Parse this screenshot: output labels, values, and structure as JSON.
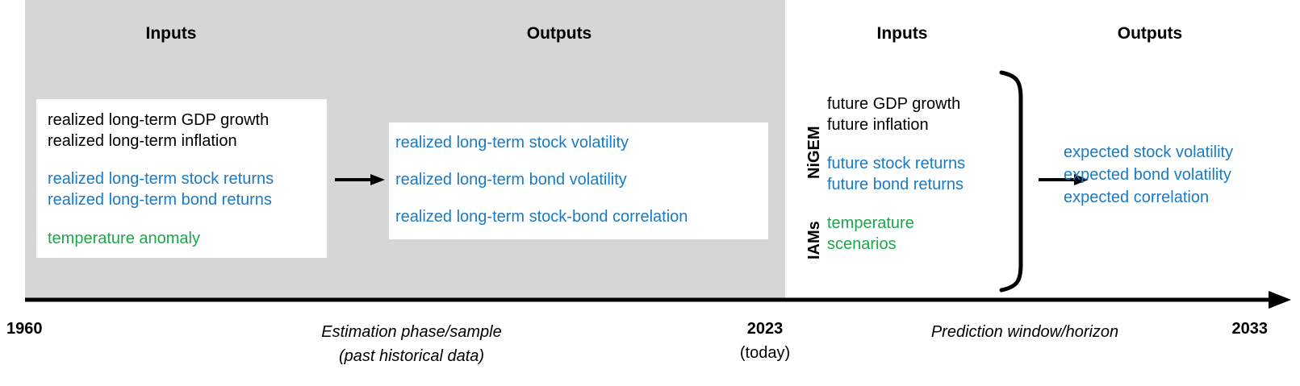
{
  "colors": {
    "panel_gray": "#d6d6d6",
    "text_black": "#000000",
    "financial_blue": "#1a7ac4",
    "climate_green": "#1aa84a",
    "box_white": "#ffffff"
  },
  "headings": {
    "estimation_inputs": "Inputs",
    "estimation_outputs": "Outputs",
    "prediction_inputs": "Inputs",
    "prediction_outputs": "Outputs"
  },
  "estimation": {
    "inputs": [
      {
        "text": "realized long-term GDP growth",
        "color": "black"
      },
      {
        "text": "realized long-term inflation",
        "color": "black"
      },
      {
        "text": "realized long-term stock returns",
        "color": "blue"
      },
      {
        "text": "realized long-term bond returns",
        "color": "blue"
      },
      {
        "text": "temperature anomaly",
        "color": "green"
      }
    ],
    "outputs": [
      {
        "text": "realized long-term stock volatility",
        "color": "blue"
      },
      {
        "text": "realized long-term bond volatility",
        "color": "blue"
      },
      {
        "text": "realized long-term stock-bond correlation",
        "color": "blue"
      }
    ]
  },
  "prediction": {
    "model_labels": [
      {
        "name": "NiGEM"
      },
      {
        "name": "IAMs"
      }
    ],
    "inputs": [
      {
        "text": "future GDP growth",
        "color": "black"
      },
      {
        "text": "future inflation",
        "color": "black"
      },
      {
        "text": "future stock returns",
        "color": "blue"
      },
      {
        "text": "future bond returns",
        "color": "blue"
      },
      {
        "text": "temperature",
        "color": "green"
      },
      {
        "text": "scenarios",
        "color": "green"
      }
    ],
    "outputs": [
      {
        "text": "expected stock volatility",
        "color": "blue"
      },
      {
        "text": "expected bond volatility",
        "color": "blue"
      },
      {
        "text": "expected correlation",
        "color": "blue"
      }
    ]
  },
  "timeline": {
    "start_year": "1960",
    "today_year": "2023",
    "today_note": "(today)",
    "end_year": "2033",
    "estimation_caption_line1": "Estimation phase/sample",
    "estimation_caption_line2": "(past historical data)",
    "prediction_caption_line1": "Prediction window/horizon",
    "prediction_caption_line2": ""
  },
  "icons": {
    "flow_arrow_estimation": "right-arrow-icon",
    "flow_arrow_prediction": "right-arrow-icon",
    "grouping_brace": "curly-brace-icon",
    "time_axis_arrow": "timeline-arrow-icon"
  }
}
